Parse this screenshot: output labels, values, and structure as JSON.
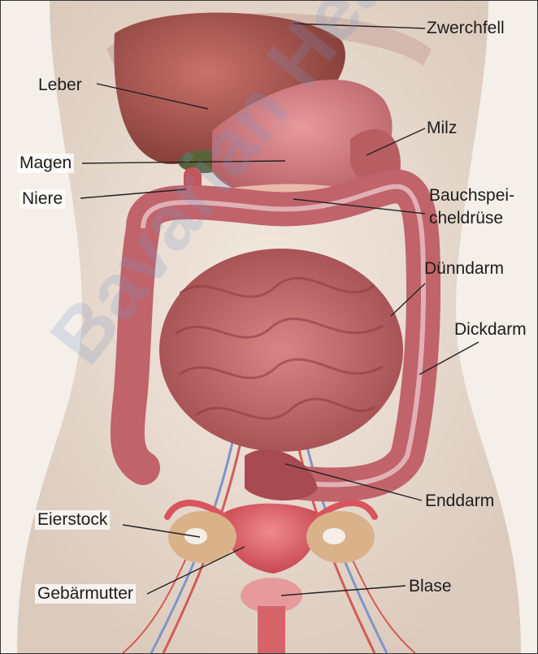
{
  "watermark": "Bavarian Health",
  "labels": {
    "zwerchfell": "Zwerchfell",
    "leber": "Leber",
    "milz": "Milz",
    "magen": "Magen",
    "niere": "Niere",
    "bauchspeicheldruese_1": "Bauchspei-",
    "bauchspeicheldruese_2": "cheldrüse",
    "duenndarm": "Dünndarm",
    "dickdarm": "Dickdarm",
    "enddarm": "Enddarm",
    "eierstock": "Eierstock",
    "gebaermutter": "Gebärmutter",
    "blase": "Blase"
  },
  "colors": {
    "skin": "#e9ddd3",
    "organ": "#c06a6a",
    "liver": "#9e4e47",
    "intestine": "#c2686a",
    "uterus": "#d9555d",
    "ovary": "#d9b28a",
    "vessel_red": "#d45a55",
    "vessel_blue": "#7f95c9"
  }
}
